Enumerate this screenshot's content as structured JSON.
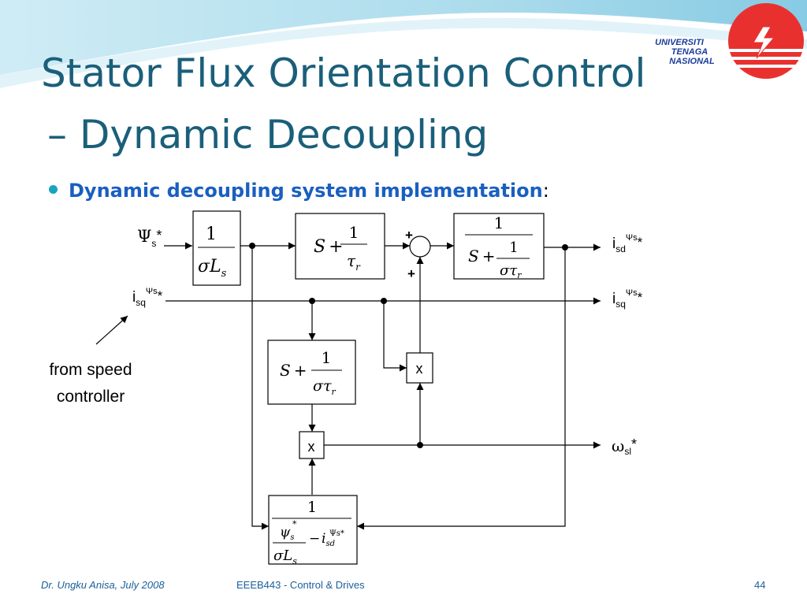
{
  "slide": {
    "title_line1": "Stator Flux Orientation Control",
    "title_line2": "– Dynamic Decoupling",
    "bullet": {
      "text": "Dynamic decoupling system implementation",
      "colon": ":"
    }
  },
  "logo": {
    "line1": "UNIVERSITI",
    "line2": "TENAGA",
    "line3": "NASIONAL",
    "icon": "lightning-bolt-icon",
    "circle_color": "#e8312f"
  },
  "diagram": {
    "signals": {
      "psi_s_ref": {
        "main": "Ψ",
        "sub": "s",
        "sup": "*"
      },
      "isq_ref_in": {
        "main": "i",
        "sub": "sq",
        "sup": "Ψs",
        "star": "*"
      },
      "isd_ref_out": {
        "main": "i",
        "sub": "sd",
        "sup": "Ψs",
        "star": "*"
      },
      "isq_ref_out": {
        "main": "i",
        "sub": "sq",
        "sup": "Ψs",
        "star": "*"
      },
      "wsl_ref": {
        "main": "ω",
        "sub": "sl",
        "star": "*"
      }
    },
    "sum_signs": {
      "top": "+",
      "bottom": "+"
    },
    "multiplier_label": "x",
    "blocks": {
      "b1": {
        "num": "1",
        "den_sigma": "σ",
        "den_L": "L",
        "den_sub": "s"
      },
      "b2": {
        "s": "S",
        "plus": "+",
        "num": "1",
        "den": "τ",
        "den_sub": "r"
      },
      "b3": {
        "top": "1",
        "s": "S",
        "plus": "+",
        "num": "1",
        "den_sigma": "σ",
        "den_tau": "τ",
        "den_sub": "r"
      },
      "b4": {
        "s": "S",
        "plus": "+",
        "num": "1",
        "den_sigma": "σ",
        "den_tau": "τ",
        "den_sub": "r"
      },
      "b5": {
        "top": "1",
        "psi": "ψ",
        "psi_sub": "s",
        "psi_sup": "*",
        "minus": "−",
        "i": "i",
        "i_sub": "sd",
        "i_sup": "Ψs*",
        "den_sigma": "σ",
        "den_L": "L",
        "den_sub": "s"
      }
    },
    "annotation": {
      "line1": "from speed",
      "line2": "controller"
    }
  },
  "footer": {
    "author": "Dr. Ungku Anisa, July 2008",
    "course": "EEEB443 - Control & Drives",
    "page": "44"
  },
  "colors": {
    "title": "#1a5f7a",
    "bullet_text": "#1a5fc0",
    "bullet_dot": "#19a3c2",
    "footer": "#1a5f9a",
    "background_wave": "#9fd3e6"
  }
}
